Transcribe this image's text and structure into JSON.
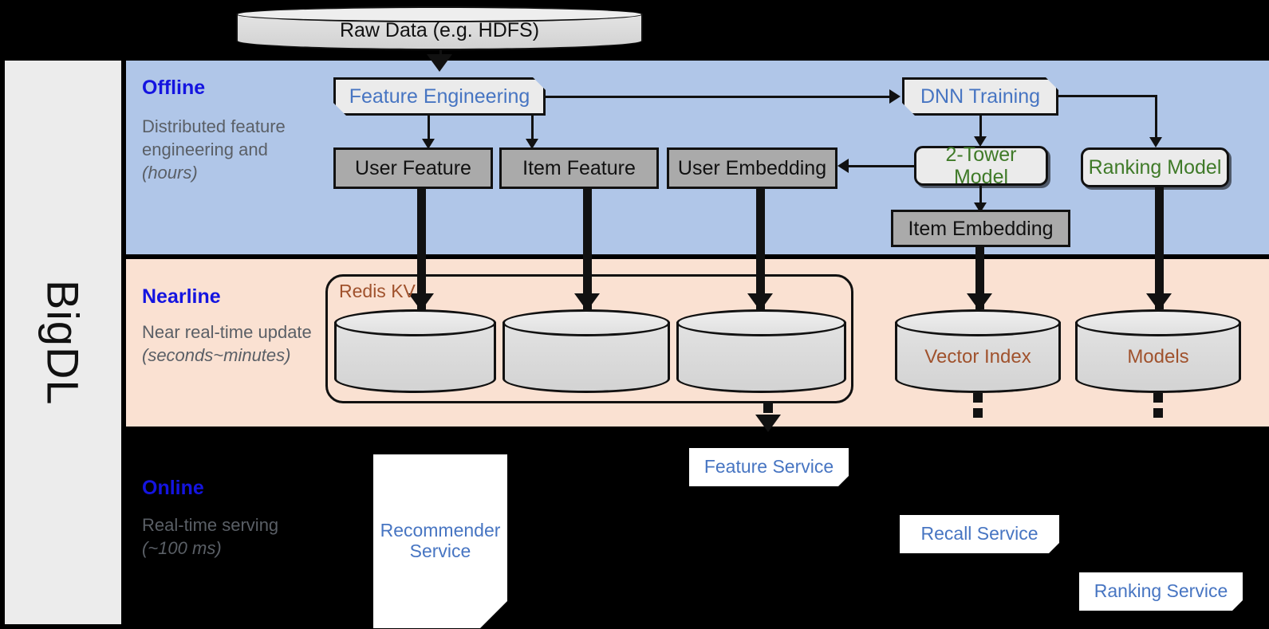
{
  "sidebar": {
    "label": "BigDL"
  },
  "bands": {
    "offline": {
      "title": "Offline",
      "desc": "Distributed feature engineering and ",
      "desc_italic": "(hours)"
    },
    "nearline": {
      "title": "Nearline",
      "desc": "Near real-time update ",
      "desc_italic": "(seconds~minutes)"
    },
    "online": {
      "title": "Online",
      "desc": "Real-time serving ",
      "desc_italic": "(~100 ms)"
    }
  },
  "nodes": {
    "raw_data": "Raw Data (e.g. HDFS)",
    "feature_engineering": "Feature Engineering",
    "dnn_training": "DNN Training",
    "user_feature": "User Feature",
    "item_feature": "Item Feature",
    "user_embedding": "User Embedding",
    "two_tower_model": "2-Tower Model",
    "ranking_model": "Ranking Model",
    "item_embedding": "Item Embedding",
    "redis_kv": "Redis KV",
    "vector_index": "Vector Index",
    "models": "Models",
    "recommender_service": "Recommender Service",
    "feature_service": "Feature Service",
    "recall_service": "Recall Service",
    "ranking_service": "Ranking Service"
  },
  "colors": {
    "offline_band": "#b0c6e8",
    "nearline_band": "#fae1d2",
    "online_band": "#000000",
    "band_title": "#1414e0",
    "process_text": "#4775c2",
    "model_text": "#3f7a28",
    "storage_text": "#a0522d",
    "data_box": "#aaaaaa"
  }
}
